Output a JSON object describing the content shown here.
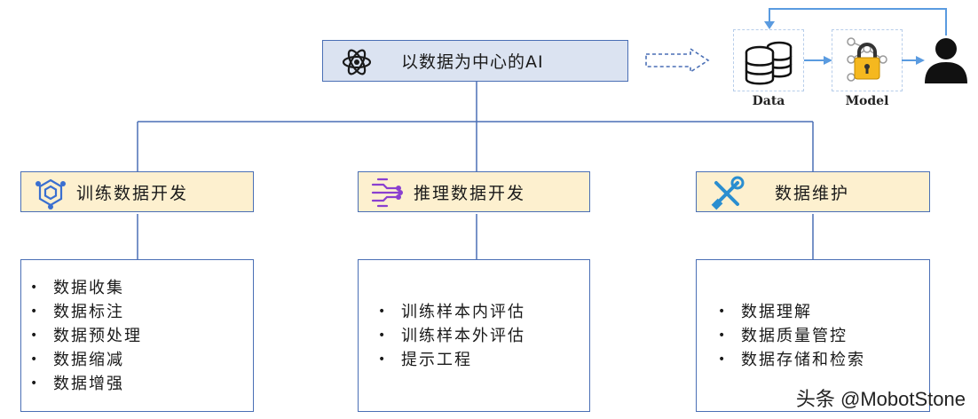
{
  "root": {
    "title": "以数据为中心的AI"
  },
  "pipeline": {
    "data_label": "Data",
    "model_label": "Model"
  },
  "categories": [
    {
      "title": "训练数据开发",
      "items": [
        "数据收集",
        "数据标注",
        "数据预处理",
        "数据缩减",
        "数据增强"
      ]
    },
    {
      "title": "推理数据开发",
      "items": [
        "训练样本内评估",
        "训练样本外评估",
        "提示工程"
      ]
    },
    {
      "title": "数据维护",
      "items": [
        "数据理解",
        "数据质量管控",
        "数据存储和检索"
      ]
    }
  ],
  "watermark": "头条 @MobotStone",
  "colors": {
    "line": "#4a6fb5",
    "root_fill": "#dbe3f1",
    "category_fill": "#fdf0cf",
    "accent": "#5a9be0"
  }
}
